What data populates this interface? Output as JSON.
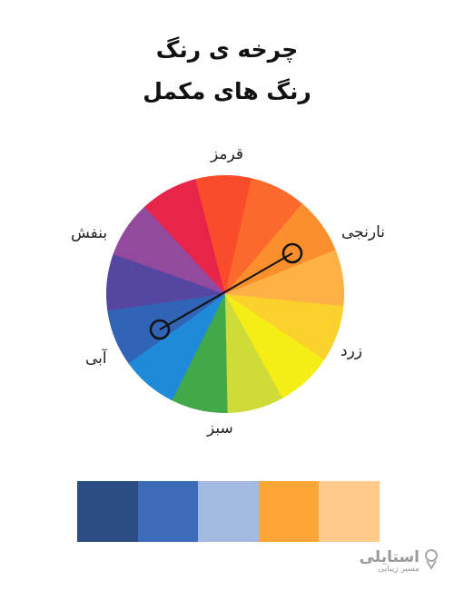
{
  "titles": {
    "line1": "چرخه ی رنگ",
    "line2": "رنگ های مکمل"
  },
  "wheel": {
    "segments": [
      {
        "color": "#FA4B2A"
      },
      {
        "color": "#FB6A2C"
      },
      {
        "color": "#FB8F2E"
      },
      {
        "color": "#FDB147"
      },
      {
        "color": "#FBD12C"
      },
      {
        "color": "#F4EE16"
      },
      {
        "color": "#CFDB38"
      },
      {
        "color": "#42A948"
      },
      {
        "color": "#1F8BD8"
      },
      {
        "color": "#2F64B7"
      },
      {
        "color": "#5446A1"
      },
      {
        "color": "#93499E"
      },
      {
        "color": "#E8244A"
      }
    ],
    "labels": {
      "red": "قرمز",
      "orange": "نارنجی",
      "yellow": "زرد",
      "green": "سبز",
      "blue": "آبی",
      "violet": "بنفش"
    },
    "complement_line_color": "#111111"
  },
  "swatches": [
    "#2C4C84",
    "#3C6BB7",
    "#A4B9DF",
    "#FDA535",
    "#FFCA8C"
  ],
  "logo": {
    "name": "استایلی",
    "tagline": "مسیر زیبایی"
  }
}
